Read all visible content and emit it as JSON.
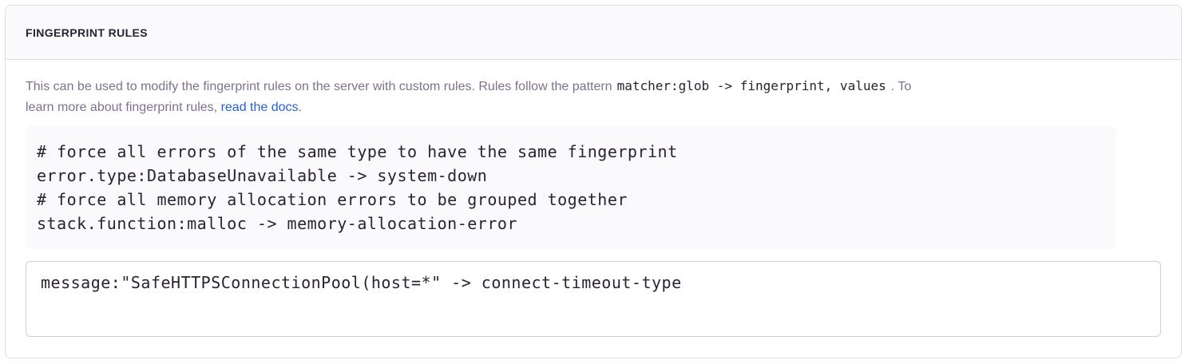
{
  "panel": {
    "title": "FINGERPRINT RULES",
    "description": {
      "line1_text": "This can be used to modify the fingerprint rules on the server with custom rules. Rules follow the pattern",
      "line1_code": "matcher:glob -> fingerprint, values",
      "line1_after": ". To",
      "line2_text": "learn more about fingerprint rules, ",
      "link_label": "read the docs",
      "line2_after": "."
    },
    "example_code": "# force all errors of the same type to have the same fingerprint\nerror.type:DatabaseUnavailable -> system-down\n# force all memory allocation errors to be grouped together\nstack.function:malloc -> memory-allocation-error",
    "textarea_value": "message:\"SafeHTTPSConnectionPool(host=*\" -> connect-timeout-type"
  },
  "colors": {
    "accent_link": "#2562d4",
    "panel_border": "#e0dce5",
    "header_bg": "#faf9fb",
    "heading_text": "#2b2233",
    "body_text": "#80708f",
    "code_text": "#2b2233",
    "code_bg": "#faf9fb",
    "input_border": "#d2cdd8"
  }
}
